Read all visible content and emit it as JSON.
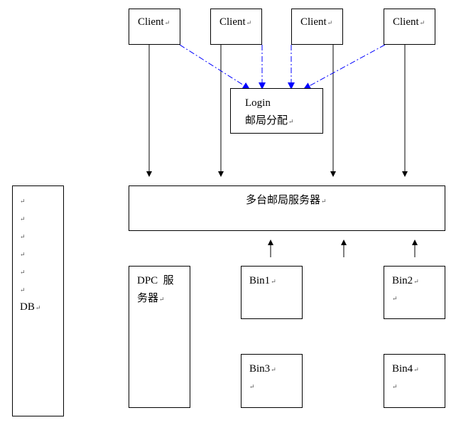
{
  "clients": [
    {
      "label": "Client"
    },
    {
      "label": "Client"
    },
    {
      "label": "Client"
    },
    {
      "label": "Client"
    }
  ],
  "login": {
    "line1": "Login",
    "line2": "邮局分配"
  },
  "server": {
    "label": "多台邮局服务器"
  },
  "dpc": {
    "line1": "DPC  服",
    "line2": "务器"
  },
  "db": {
    "label": "DB"
  },
  "bins": [
    {
      "label": "Bin1"
    },
    {
      "label": "Bin2"
    },
    {
      "label": "Bin3"
    },
    {
      "label": "Bin4"
    }
  ],
  "paragraph_mark": "↵",
  "colors": {
    "line": "#000000",
    "dashed_arrow": "#0000ff"
  }
}
